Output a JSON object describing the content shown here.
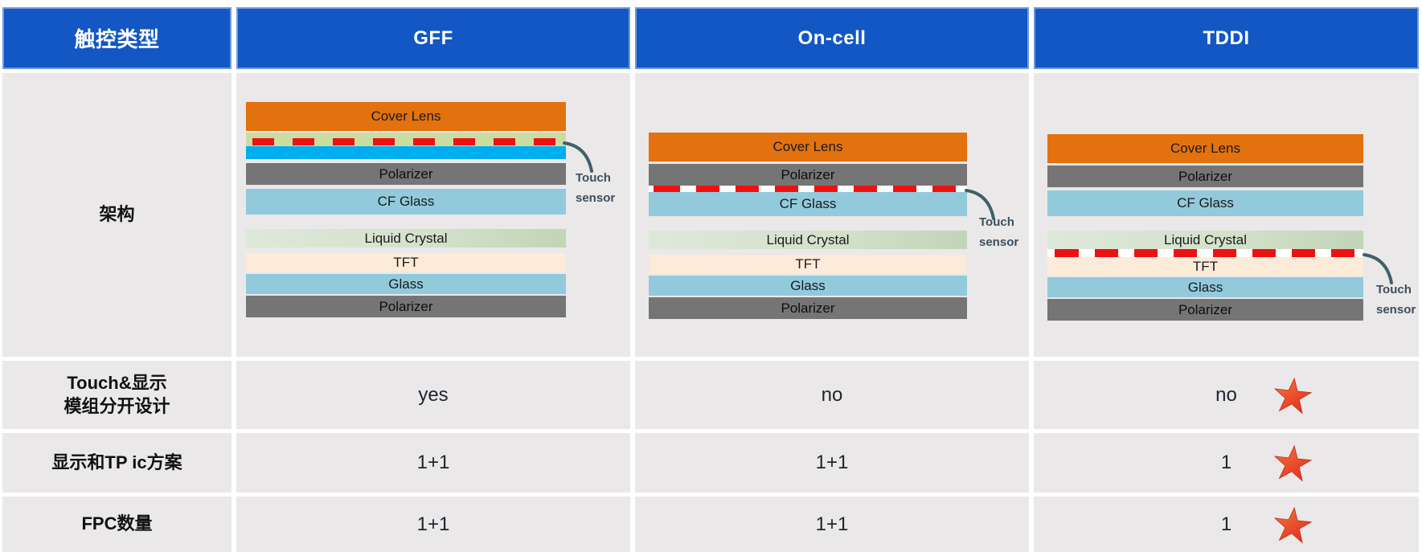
{
  "header": {
    "type_label": "触控类型",
    "columns": [
      "GFF",
      "On-cell",
      "TDDI"
    ]
  },
  "rows": {
    "arch": {
      "label": "架构"
    },
    "touch_display": {
      "label_line1": "Touch&显示",
      "label_line2": "模组分开设计",
      "gff": "yes",
      "oncell": "no",
      "tddi": "no"
    },
    "ic_solution": {
      "label": "显示和TP ic方案",
      "gff": "1+1",
      "oncell": "1+1",
      "tddi": "1"
    },
    "fpc_count": {
      "label": "FPC数量",
      "gff": "1+1",
      "oncell": "1+1",
      "tddi": "1"
    }
  },
  "diagrams": {
    "gff": {
      "cover_lens": "Cover Lens",
      "polarizer_top": "Polarizer",
      "cf_glass": "CF Glass",
      "liquid_crystal": "Liquid Crystal",
      "tft": "TFT",
      "glass": "Glass",
      "polarizer_bottom": "Polarizer",
      "touch_label_line1": "Touch",
      "touch_label_line2": "sensor"
    },
    "oncell": {
      "cover_lens": "Cover Lens",
      "polarizer_top": "Polarizer",
      "cf_glass": "CF Glass",
      "liquid_crystal": "Liquid Crystal",
      "tft": "TFT",
      "glass": "Glass",
      "polarizer_bottom": "Polarizer",
      "touch_label_line1": "Touch",
      "touch_label_line2": "sensor"
    },
    "tddi": {
      "cover_lens": "Cover Lens",
      "polarizer_top": "Polarizer",
      "cf_glass": "CF Glass",
      "liquid_crystal": "Liquid Crystal",
      "tft": "TFT",
      "glass": "Glass",
      "polarizer_bottom": "Polarizer",
      "touch_label_line1": "Touch",
      "touch_label_line2": "sensor"
    }
  },
  "colors": {
    "header_bg": "#1257C4",
    "header_border": "#6F9BE0",
    "cell_bg": "#EAE8E9",
    "cover_lens_orange": "#E2710E",
    "polarizer_gray": "#757575",
    "glass_light_blue": "#92CADC",
    "touch_film_green": "#CBDCA2",
    "touch_film_cyan": "#00AEEF",
    "liquid_crystal_green": "#D5E3CC",
    "tft_peach": "#FCEBD9",
    "rgb_red": "#FE0000",
    "rgb_green": "#00A651",
    "rgb_blue": "#2F2FD9",
    "sensor_dash_red": "#EE1111",
    "star_red": "#E1261C",
    "star_orange": "#F4793F",
    "annotation_teal": "#40606A"
  }
}
